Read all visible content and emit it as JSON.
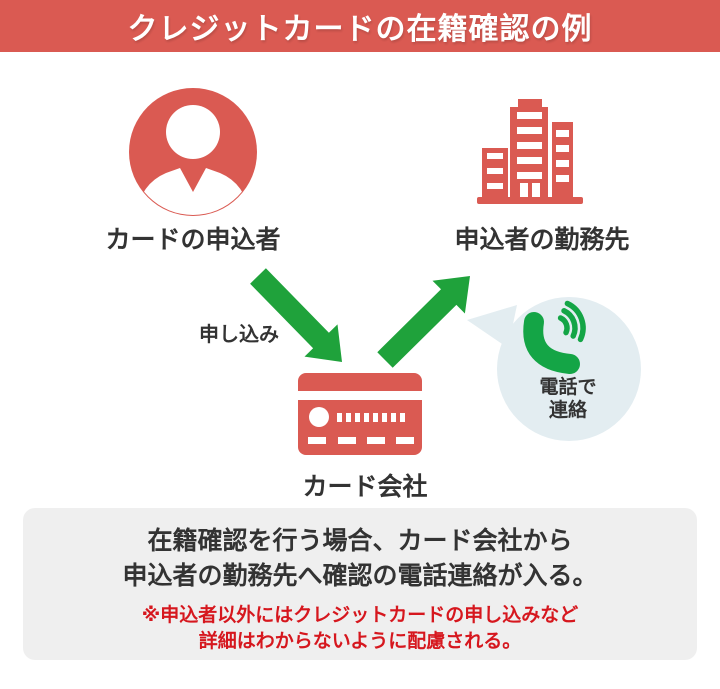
{
  "title": "クレジットカードの在籍確認の例",
  "diagram": {
    "applicant": {
      "label": "カードの申込者",
      "icon": "person-icon"
    },
    "workplace": {
      "label": "申込者の勤務先",
      "icon": "office-building-icon"
    },
    "card_company": {
      "label": "カード会社",
      "icon": "credit-card-icon"
    },
    "application_arrow_label": "申し込み",
    "phone_bubble": {
      "line1": "電話で",
      "line2": "連絡",
      "icon": "phone-call-icon"
    }
  },
  "summary": {
    "line1": "在籍確認を行う場合、カード会社から",
    "line2": "申込者の勤務先へ確認の電話連絡が入る。",
    "note_line1": "※申込者以外にはクレジットカードの申し込みなど",
    "note_line2": "詳細はわからないように配慮される。"
  },
  "colors": {
    "header_bg": "#DA5A52",
    "icon_red": "#DA5A52",
    "arrow_green": "#1FA23B",
    "phone_green": "#14A546",
    "bubble_bg": "#E3EDF1",
    "summary_bg": "#EFEFEF",
    "note_red": "#D6171E",
    "text_dark": "#333333",
    "header_text": "#FFFFFF"
  }
}
